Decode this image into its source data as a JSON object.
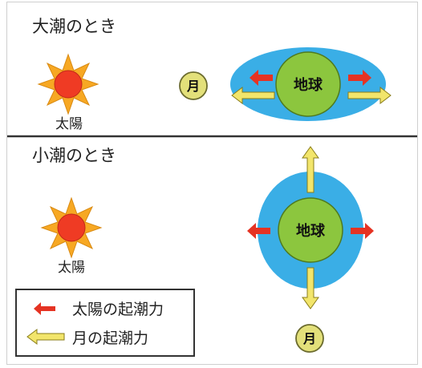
{
  "spring_tide": {
    "title": "大潮のとき",
    "sun_label": "太陽",
    "moon_label": "月",
    "earth_label": "地球"
  },
  "neap_tide": {
    "title": "小潮のとき",
    "sun_label": "太陽",
    "moon_label": "月",
    "earth_label": "地球"
  },
  "legend": {
    "sun_force_label": "太陽の起潮力",
    "moon_force_label": "月の起潮力"
  },
  "colors": {
    "ocean": "#3aaee6",
    "earth": "#8cc63e",
    "sun_core": "#ef3b24",
    "sun_rays": "#f7a823",
    "moon": "#e3e07a",
    "sun_force_arrow": "#e53323",
    "moon_force_arrow": "#f2e56b",
    "divider": "#333333"
  }
}
